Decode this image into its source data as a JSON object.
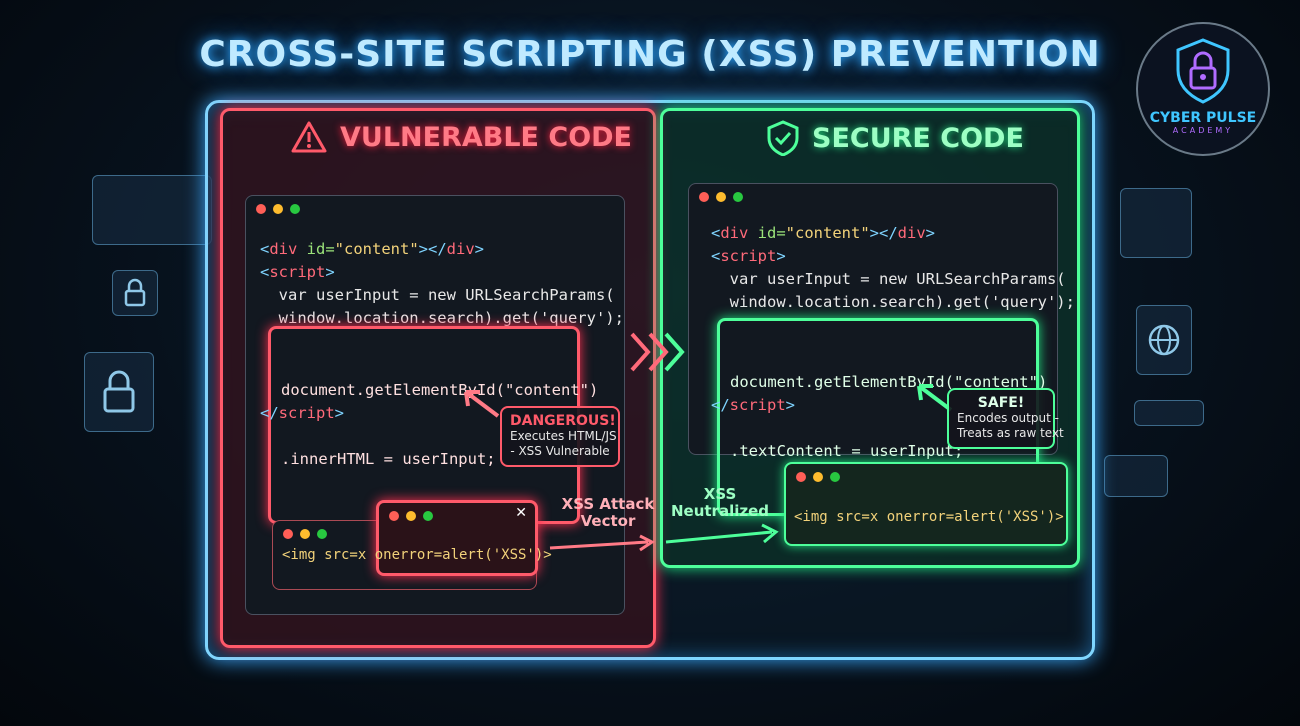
{
  "title": "CROSS-SITE SCRIPTING (XSS) PREVENTION",
  "logo": {
    "line1": "CYBER PULSE",
    "line2": "ACADEMY"
  },
  "vulnerable": {
    "heading": "VULNERABLE CODE",
    "icon": "warning-triangle-icon",
    "code": [
      [
        [
          "<",
          "#7fd4ff"
        ],
        [
          "div ",
          "#ff6a7a"
        ],
        [
          "id=",
          "#9be37a"
        ],
        [
          "\"content\"",
          "#f2d27a"
        ],
        [
          "></",
          "#7fd4ff"
        ],
        [
          "div",
          "#ff6a7a"
        ],
        [
          ">",
          "#7fd4ff"
        ]
      ],
      [
        [
          "<",
          "#7fd4ff"
        ],
        [
          "script",
          "#ff6a7a"
        ],
        [
          ">",
          "#7fd4ff"
        ]
      ],
      [
        [
          "  var userInput = new URLSearchParams(",
          "#e8e8e8"
        ]
      ],
      [
        [
          "  window.location.search).get('query');",
          "#e8e8e8"
        ]
      ]
    ],
    "highlight": [
      "document.getElementById(\"content\")",
      ".innerHTML = userInput;"
    ],
    "close": [
      [
        "</",
        "#7fd4ff"
      ],
      [
        "script",
        "#ff6a7a"
      ],
      [
        ">",
        "#7fd4ff"
      ]
    ],
    "callout": {
      "title": "DANGEROUS!",
      "line1": "Executes HTML/JS",
      "line2": "- XSS Vulnerable"
    },
    "payload": "<img src=x onerror=alert('XSS')>",
    "arrow_label": "XSS Attack Vector"
  },
  "secure": {
    "heading": "SECURE CODE",
    "icon": "shield-check-icon",
    "highlight": [
      "document.getElementById(\"content\")",
      ".textContent = userInput;"
    ],
    "callout": {
      "title": "SAFE!",
      "line1": "Encodes output -",
      "line2": "Treats as raw text"
    },
    "payload": "<img src=x onerror=alert('XSS')>",
    "arrow_label": "XSS Neutralized"
  },
  "colors": {
    "danger": "#ff5a6a",
    "safe": "#4dff9a",
    "accent": "#7fd6ff"
  }
}
